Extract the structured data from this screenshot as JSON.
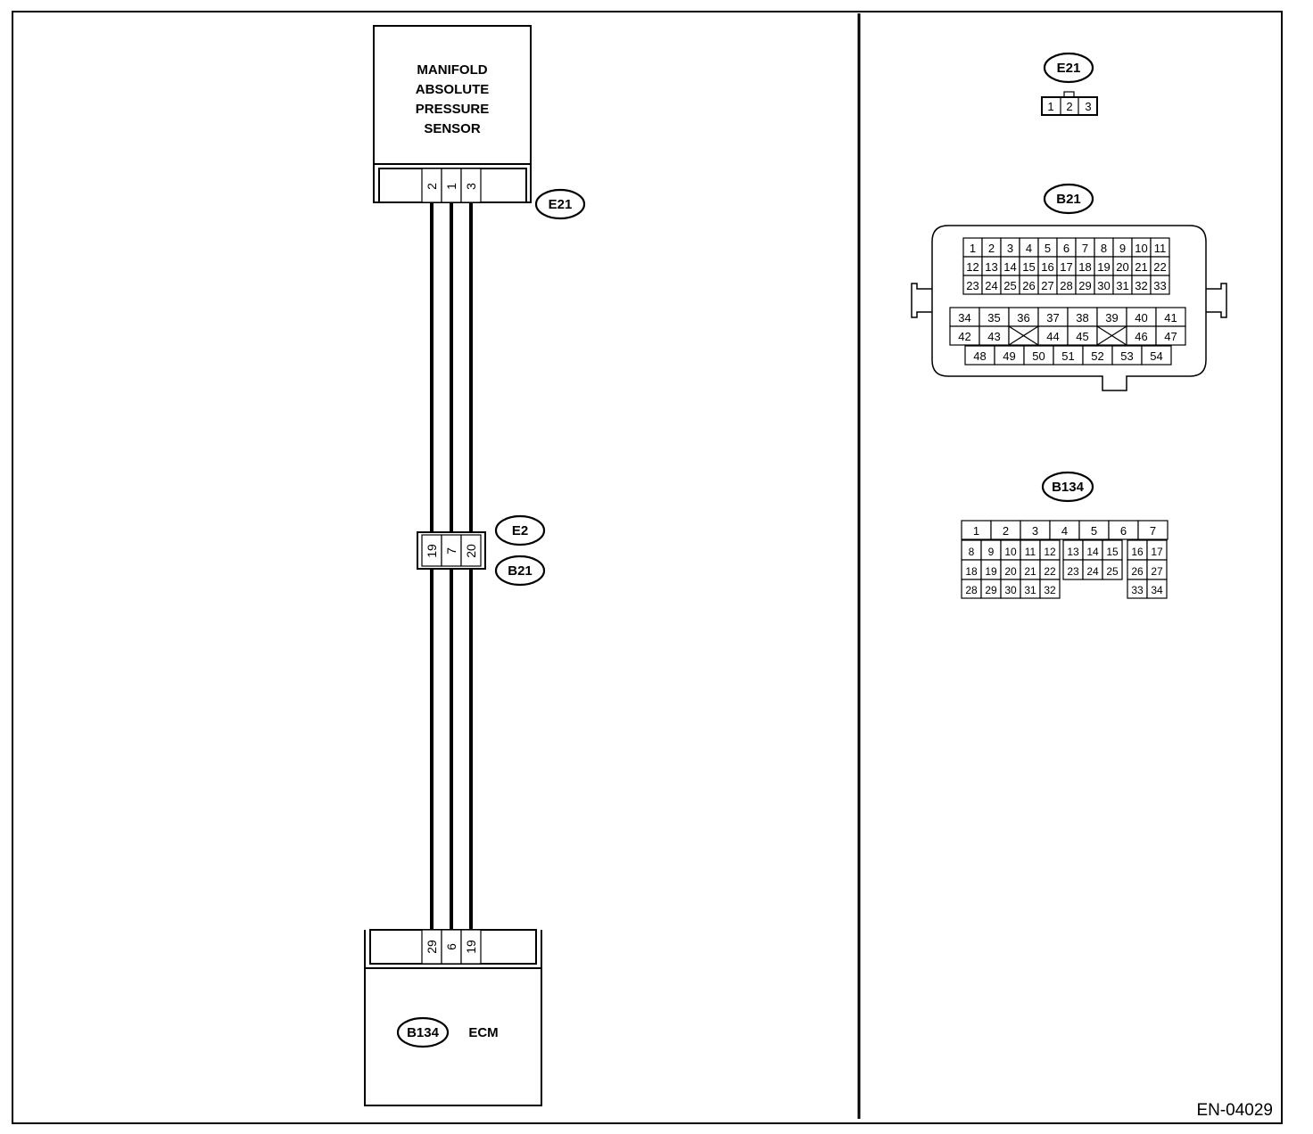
{
  "sensor": {
    "label_lines": [
      "MANIFOLD",
      "ABSOLUTE",
      "PRESSURE",
      "SENSOR"
    ],
    "connector_tag": "E21",
    "pins": [
      "2",
      "1",
      "3"
    ]
  },
  "joint": {
    "tag_top": "E2",
    "tag_bottom": "B21",
    "pins": [
      "19",
      "7",
      "20"
    ]
  },
  "ecm": {
    "label": "ECM",
    "connector_tag": "B134",
    "pins": [
      "29",
      "6",
      "19"
    ]
  },
  "face_e21": {
    "tag": "E21",
    "pins": [
      "1",
      "2",
      "3"
    ]
  },
  "face_b21": {
    "tag": "B21",
    "rows": [
      [
        "1",
        "2",
        "3",
        "4",
        "5",
        "6",
        "7",
        "8",
        "9",
        "10",
        "11"
      ],
      [
        "12",
        "13",
        "14",
        "15",
        "16",
        "17",
        "18",
        "19",
        "20",
        "21",
        "22"
      ],
      [
        "23",
        "24",
        "25",
        "26",
        "27",
        "28",
        "29",
        "30",
        "31",
        "32",
        "33"
      ],
      [
        "34",
        "35",
        "36",
        "37",
        "38",
        "39",
        "40",
        "41"
      ],
      [
        "42",
        "43",
        "",
        "44",
        "45",
        "",
        "46",
        "47"
      ],
      [
        "48",
        "49",
        "50",
        "51",
        "52",
        "53",
        "54"
      ]
    ]
  },
  "face_b134": {
    "tag": "B134",
    "rows": [
      [
        "1",
        "2",
        "3",
        "4",
        "5",
        "6",
        "7"
      ],
      [
        "8",
        "9",
        "10",
        "11",
        "12",
        "13",
        "14",
        "15",
        "16",
        "17"
      ],
      [
        "18",
        "19",
        "20",
        "21",
        "22",
        "23",
        "24",
        "25",
        "26",
        "27"
      ],
      [
        "28",
        "29",
        "30",
        "31",
        "32",
        "33",
        "34"
      ]
    ]
  },
  "figure_code": "EN-04029"
}
